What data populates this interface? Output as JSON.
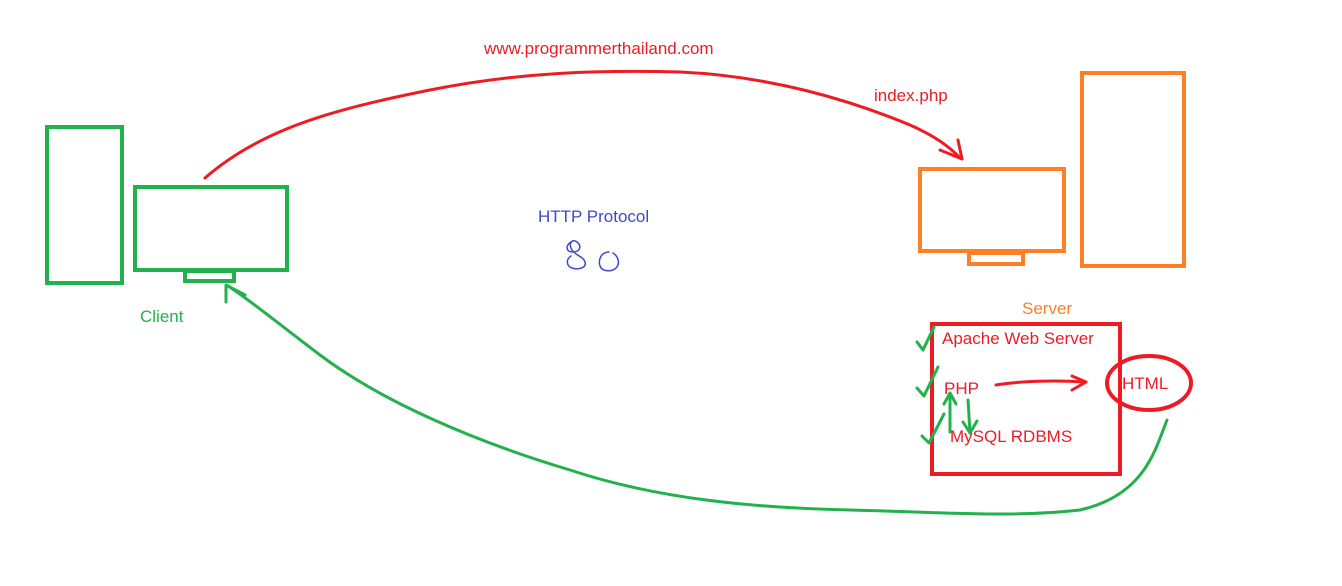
{
  "colors": {
    "client": "#22b14c",
    "server": "#ff7f27",
    "request": "#ed1c24",
    "protocol": "#3f48cc"
  },
  "labels": {
    "url": "www.programmerthailand.com",
    "file": "index.php",
    "protocol": "HTTP Protocol",
    "port": "80",
    "client": "Client",
    "server": "Server",
    "apache": "Apache Web Server",
    "php": "PHP",
    "mysql": "MySQL RDBMS",
    "html": "HTML"
  },
  "icons": {
    "client_tower": "computer-tower-icon",
    "client_monitor": "monitor-icon",
    "server_tower": "computer-tower-icon",
    "server_monitor": "monitor-icon",
    "checks": "check-mark-icon"
  }
}
